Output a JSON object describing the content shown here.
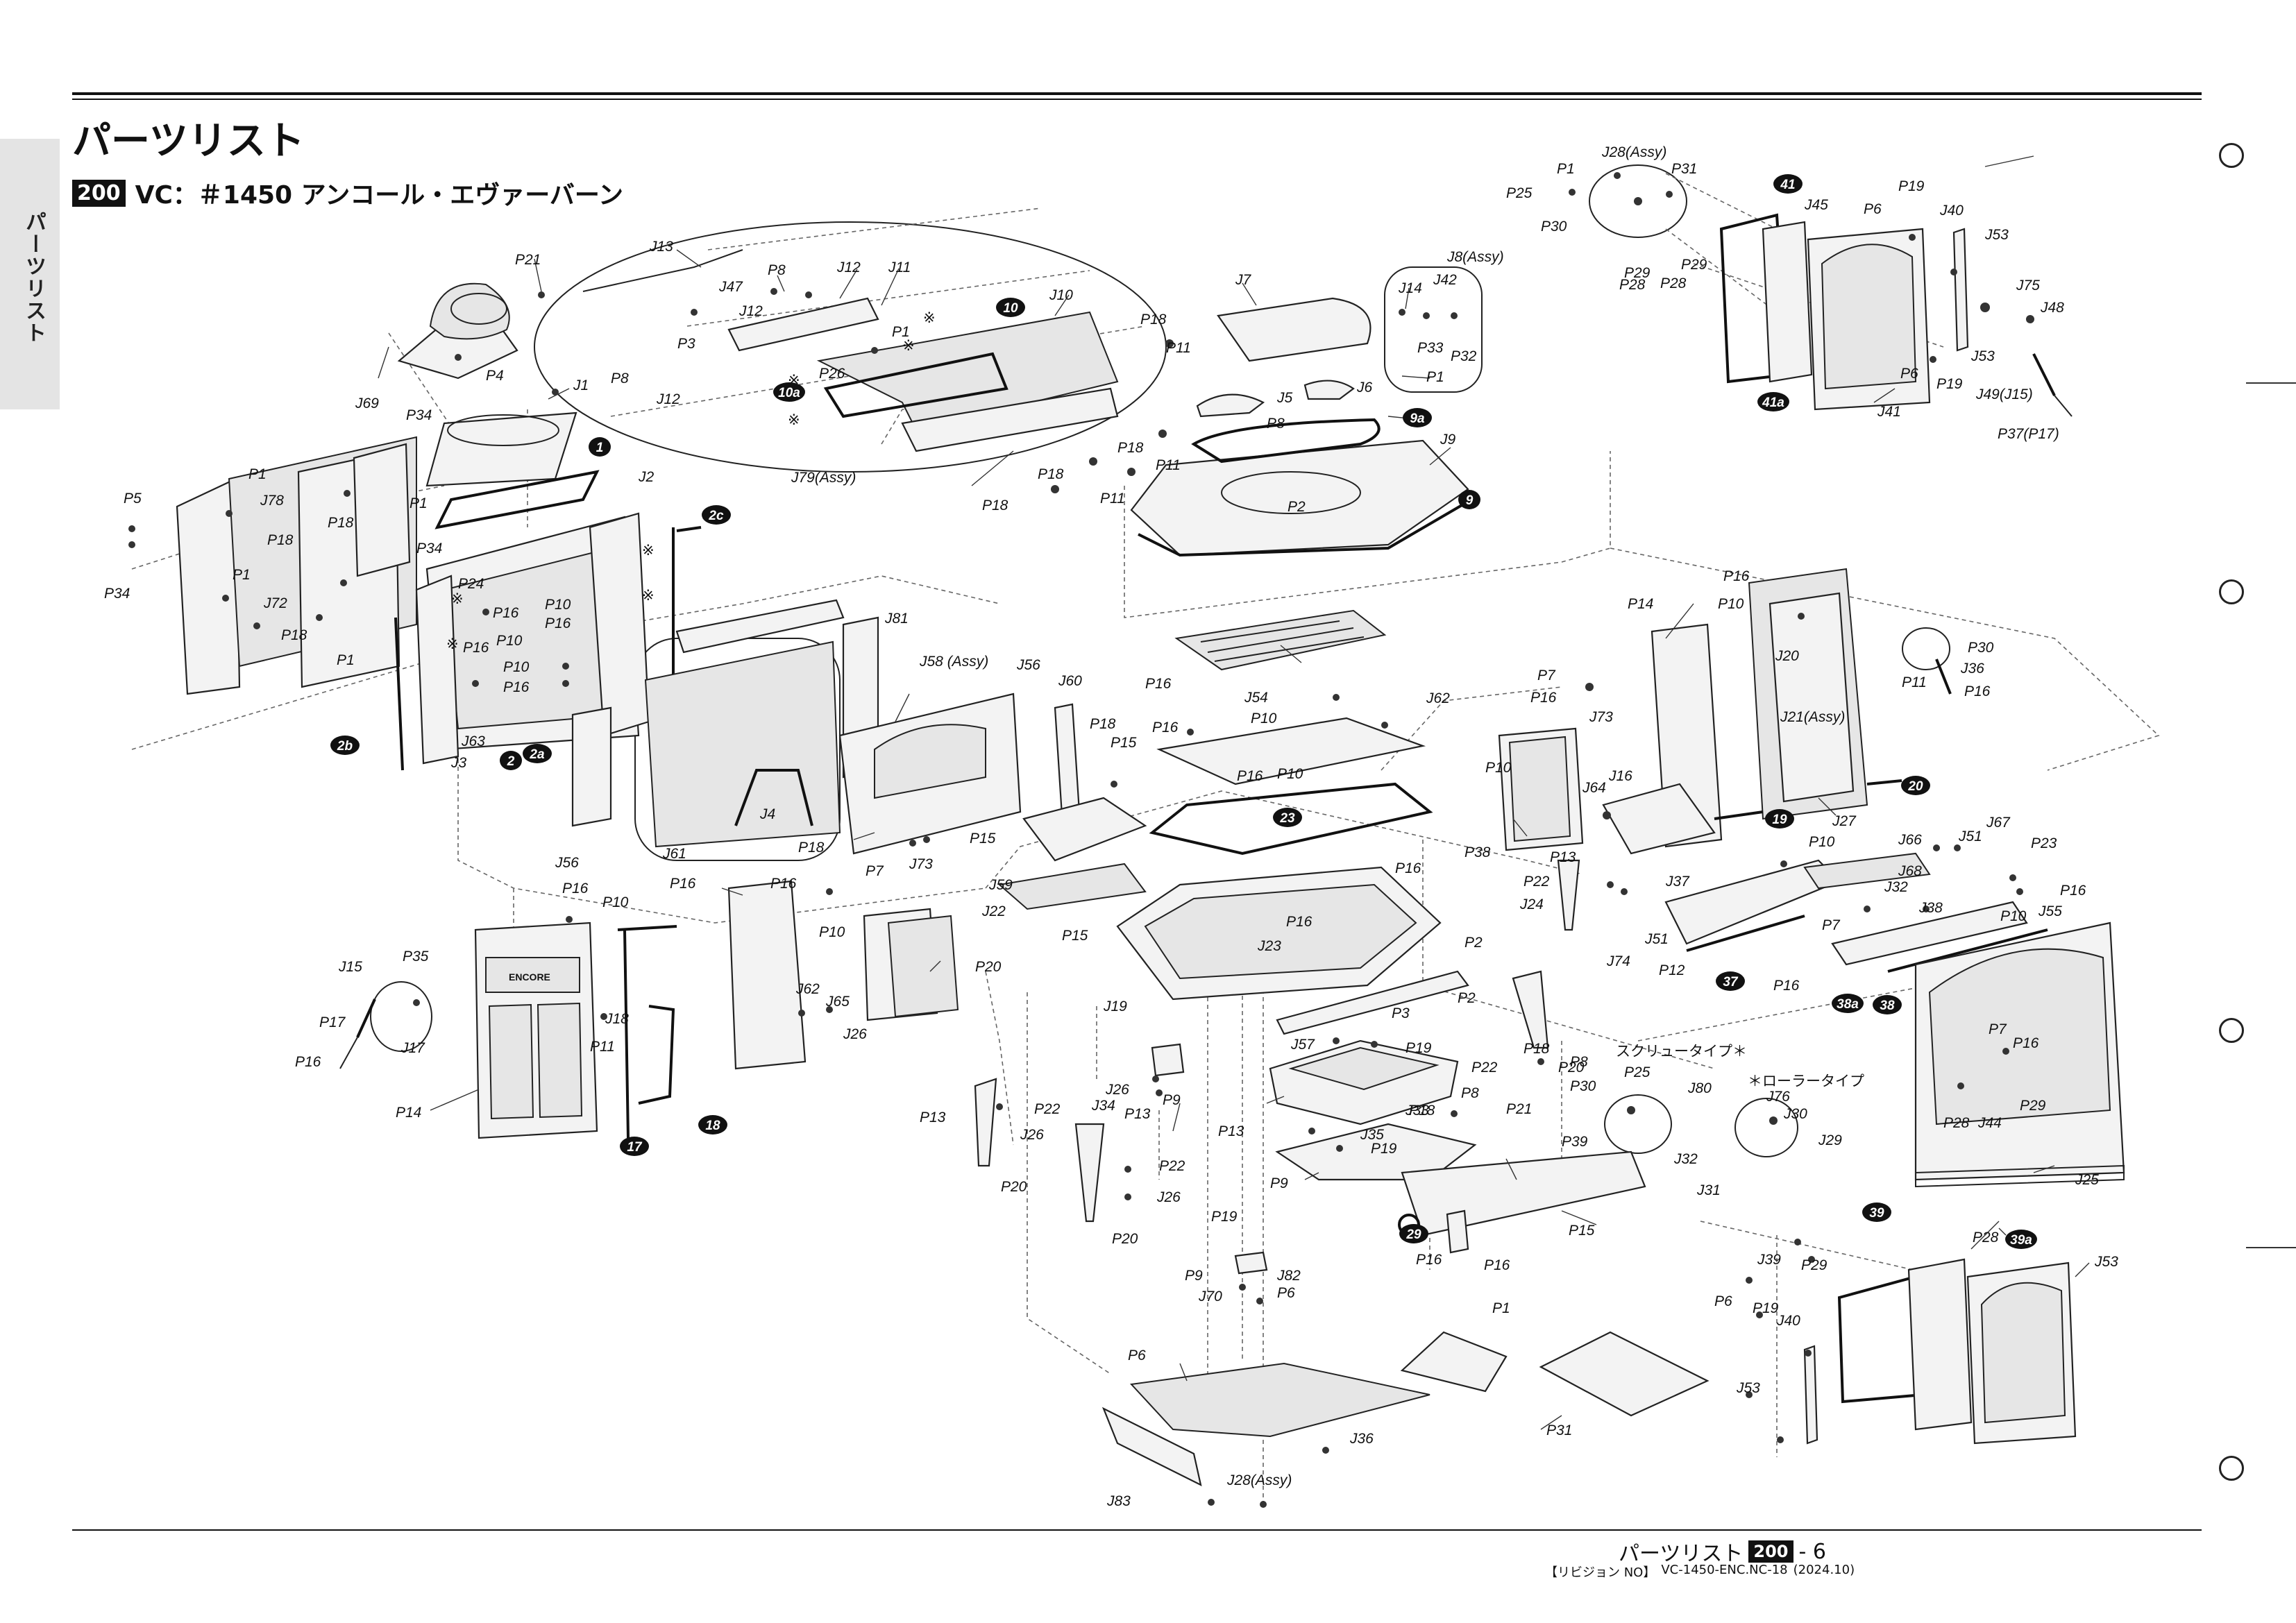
{
  "header": {
    "title": "パーツリスト",
    "badge": "200",
    "subtitle": "VC：＃1450 アンコール・エヴァーバーン"
  },
  "side_tab": {
    "label": "パーツリスト"
  },
  "footer": {
    "title": "パーツリスト",
    "badge": "200",
    "page_suffix": "- 6",
    "revision_label": "【リビジョン NO】",
    "revision_code": "VC-1450-ENC.NC-18",
    "revision_date": "(2024.10)"
  },
  "annotations": {
    "screw_type": "スクリュータイプ＊",
    "roller_type": "＊ローラータイプ",
    "door_logo": "ENCORE",
    "note_mark": "※"
  },
  "labels": [
    "P21",
    "J13",
    "J47",
    "P8",
    "J12",
    "J11",
    "J12",
    "P3",
    "P8",
    "J12",
    "P1",
    "P26",
    "J10",
    "P18",
    "P11",
    "J7",
    "J8(Assy)",
    "J14",
    "J42",
    "P33",
    "P32",
    "P1",
    "J5",
    "J6",
    "P8",
    "J79(Assy)",
    "P18",
    "P11",
    "P18",
    "P11",
    "P18",
    "J9",
    "P2",
    "P1",
    "J28(Assy)",
    "P31",
    "P25",
    "P30",
    "J45",
    "P19",
    "P6",
    "J40",
    "J53",
    "P29",
    "P29",
    "P28",
    "P28",
    "J75",
    "J48",
    "J53",
    "P6",
    "P19",
    "J41",
    "J49(J15)",
    "P37(P17)",
    "J69",
    "P34",
    "P4",
    "J1",
    "P5",
    "P1",
    "J78",
    "P18",
    "P1",
    "P34",
    "J2",
    "P34",
    "P18",
    "P1",
    "J72",
    "P18",
    "P1",
    "P24",
    "P16",
    "P10",
    "P10",
    "P16",
    "P16",
    "P10",
    "P16",
    "J63",
    "J3",
    "J81",
    "J58 (Assy)",
    "J4",
    "J61",
    "J56",
    "J56",
    "J60",
    "P18",
    "P15",
    "P18",
    "P15",
    "P7",
    "J73",
    "J59",
    "J22",
    "P15",
    "P16",
    "J54",
    "P10",
    "P16",
    "P16",
    "P10",
    "J23",
    "P16",
    "J19",
    "P16",
    "P14",
    "P16",
    "P10",
    "J20",
    "J21(Assy)",
    "J27",
    "P30",
    "J36",
    "P11",
    "P16",
    "P7",
    "J73",
    "J62",
    "P10",
    "P16",
    "J64",
    "J16",
    "P38",
    "J15",
    "P35",
    "P17",
    "J17",
    "P16",
    "P14",
    "P16",
    "P10",
    "J18",
    "P11",
    "P16",
    "P16",
    "P10",
    "J62",
    "J65",
    "J26",
    "P20",
    "P13",
    "P22",
    "J26",
    "P20",
    "P13",
    "P22",
    "J26",
    "P20",
    "P13",
    "P22",
    "J24",
    "J74",
    "P2",
    "P2",
    "P3",
    "J57",
    "P19",
    "P9",
    "J34",
    "J26",
    "P13",
    "P22",
    "P20",
    "P18",
    "P8",
    "P8",
    "P18",
    "J35",
    "J33",
    "P19",
    "P9",
    "P19",
    "P9",
    "J70",
    "J82",
    "P6",
    "P6",
    "J83",
    "J36",
    "J28(Assy)",
    "P1",
    "P31",
    "P25",
    "P30",
    "J80",
    "P21",
    "P39",
    "J76",
    "J30",
    "J29",
    "J32",
    "J31",
    "P15",
    "P16",
    "P16",
    "J37",
    "P10",
    "J51",
    "P12",
    "J66",
    "J68",
    "J32",
    "J51",
    "J67",
    "P23",
    "P16",
    "P10",
    "J55",
    "J38",
    "P7",
    "P16",
    "J25",
    "P7",
    "P16",
    "P29",
    "P28",
    "J44",
    "J39",
    "P29",
    "P28",
    "J53",
    "P6",
    "P19",
    "J40",
    "J53"
  ],
  "callouts": [
    "10",
    "10a",
    "9a",
    "9",
    "41",
    "41a",
    "1",
    "2c",
    "2b",
    "2",
    "2a",
    "23",
    "19",
    "20",
    "37",
    "38a",
    "38",
    "17",
    "18",
    "29",
    "39",
    "39a"
  ],
  "colors": {
    "ink": "#111111",
    "tab": "#e4e4e4"
  }
}
